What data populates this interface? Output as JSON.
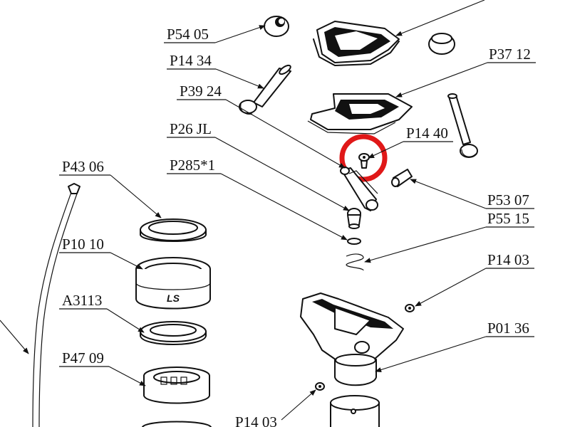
{
  "diagram": {
    "labels": [
      {
        "id": "p5405",
        "text": "P54 05"
      },
      {
        "id": "p1434",
        "text": "P14 34"
      },
      {
        "id": "p3924",
        "text": "P39 24"
      },
      {
        "id": "p26jl",
        "text": "P26 JL"
      },
      {
        "id": "p2851",
        "text": "P285*1"
      },
      {
        "id": "p4306",
        "text": "P43 06"
      },
      {
        "id": "p1010",
        "text": "P10 10"
      },
      {
        "id": "a3113",
        "text": "A3113"
      },
      {
        "id": "p4709",
        "text": "P47 09"
      },
      {
        "id": "p1403b",
        "text": "P14 03"
      },
      {
        "id": "p3712",
        "text": "P37 12"
      },
      {
        "id": "p1440",
        "text": "P14 40"
      },
      {
        "id": "p5307",
        "text": "P53 07"
      },
      {
        "id": "p5515",
        "text": "P55 15"
      },
      {
        "id": "p1403",
        "text": "P14 03"
      },
      {
        "id": "p0136",
        "text": "P01 36"
      }
    ],
    "bearing_cover_marking": "LS",
    "highlight_color": "#e01818",
    "line_color": "#111111"
  }
}
